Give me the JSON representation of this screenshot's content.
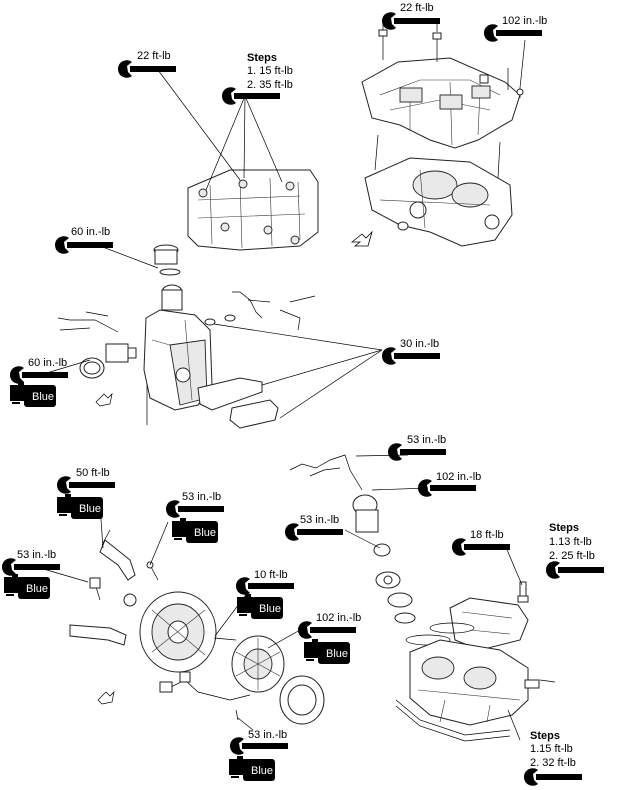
{
  "colors": {
    "ink": "#000000",
    "paper": "#ffffff",
    "badge": "#000000",
    "badge_text": "#ffffff"
  },
  "icons": {
    "wrench": "wrench-icon",
    "locking_agent": "thread-locker-bottle-icon",
    "front_arrow": "front-arrow-icon"
  },
  "labels": {
    "torque_22_ftlb_top": "22 ft-lb",
    "torque_102_inlb_top": "102 in.-lb",
    "torque_22_ftlb_head": "22 ft-lb",
    "steps_head": {
      "title": "Steps",
      "step1": "1. 15 ft-lb",
      "step2": "2. 35 ft-lb"
    },
    "torque_60_inlb_a": "60 in.-lb",
    "torque_60_inlb_b": "60 in.-lb",
    "torque_30_inlb": "30 in.-lb",
    "torque_53_inlb_a": "53 in.-lb",
    "torque_102_inlb_mid": "102 in.-lb",
    "torque_53_inlb_b": "53 in.-lb",
    "torque_50_ftlb": "50 ft-lb",
    "torque_53_inlb_c": "53 in.-lb",
    "torque_53_inlb_d": "53 in.-lb",
    "torque_10_ftlb": "10 ft-lb",
    "torque_102_inlb_low": "102 in.-lb",
    "torque_53_inlb_e": "53 in.-lb",
    "torque_18_ftlb": "18 ft-lb",
    "steps_plug": {
      "title": "Steps",
      "step1": "1.13 ft-lb",
      "step2": "2. 25 ft-lb"
    },
    "steps_bottom": {
      "title": "Steps",
      "step1": "1.15 ft-lb",
      "step2": "2. 32 ft-lb"
    },
    "blue": "Blue"
  }
}
